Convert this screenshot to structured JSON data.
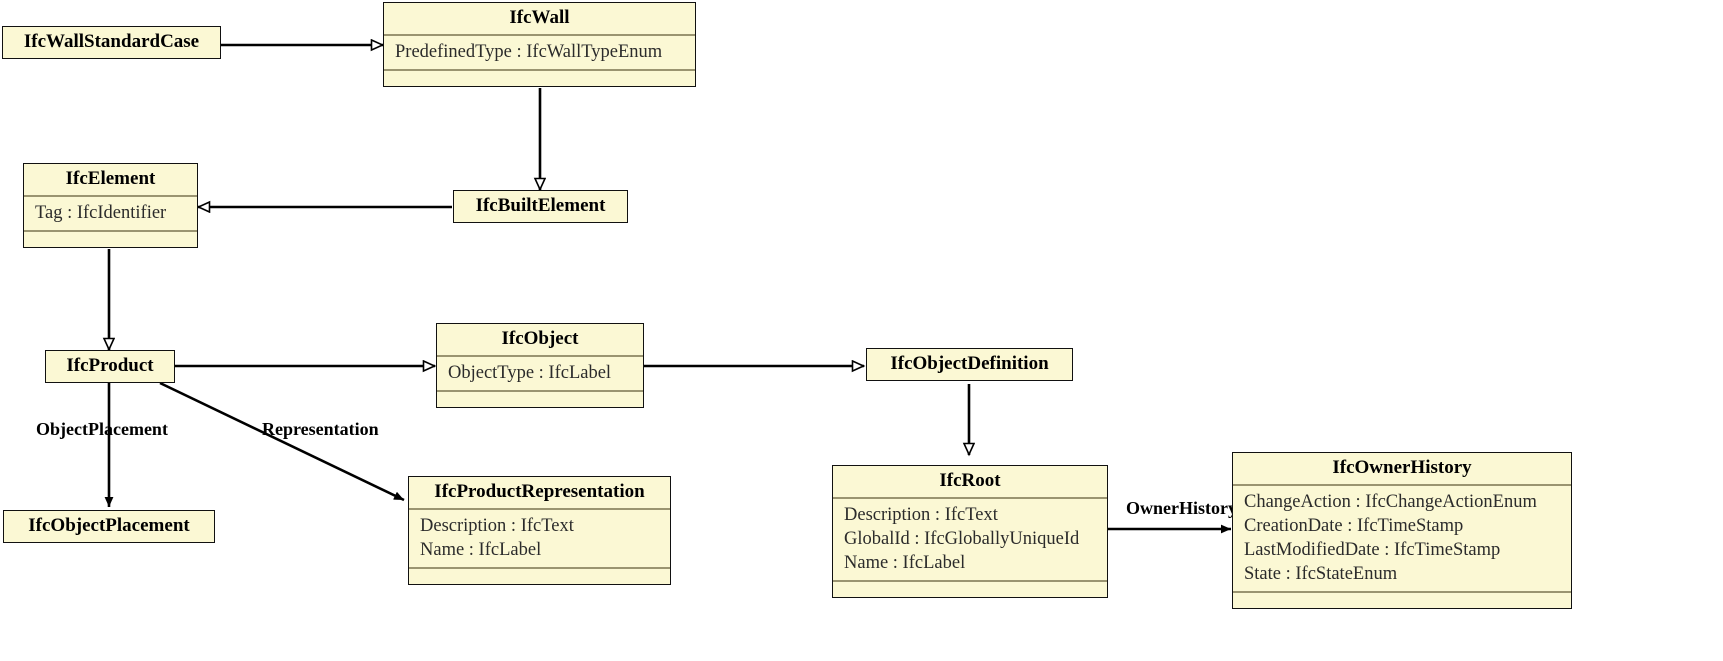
{
  "diagram": {
    "title": "IFC Wall Inheritance UML Class Diagram",
    "kind": "uml-class-diagram",
    "colors": {
      "class_fill": "#fbf8d4",
      "class_border": "#111111",
      "compartment_divider": "#9a9470",
      "edge": "#000000",
      "background": "#ffffff"
    }
  },
  "classes": [
    {
      "id": "IfcWallStandardCase",
      "name": "IfcWallStandardCase",
      "attributes": [],
      "has_attr_compartment": false,
      "has_ops_compartment": false
    },
    {
      "id": "IfcWall",
      "name": "IfcWall",
      "attributes": [
        "PredefinedType : IfcWallTypeEnum"
      ],
      "has_attr_compartment": true,
      "has_ops_compartment": true
    },
    {
      "id": "IfcElement",
      "name": "IfcElement",
      "attributes": [
        "Tag : IfcIdentifier"
      ],
      "has_attr_compartment": true,
      "has_ops_compartment": true
    },
    {
      "id": "IfcBuiltElement",
      "name": "IfcBuiltElement",
      "attributes": [],
      "has_attr_compartment": false,
      "has_ops_compartment": false
    },
    {
      "id": "IfcProduct",
      "name": "IfcProduct",
      "attributes": [],
      "has_attr_compartment": false,
      "has_ops_compartment": false
    },
    {
      "id": "IfcObject",
      "name": "IfcObject",
      "attributes": [
        "ObjectType : IfcLabel"
      ],
      "has_attr_compartment": true,
      "has_ops_compartment": true
    },
    {
      "id": "IfcObjectDefinition",
      "name": "IfcObjectDefinition",
      "attributes": [],
      "has_attr_compartment": false,
      "has_ops_compartment": false
    },
    {
      "id": "IfcObjectPlacement",
      "name": "IfcObjectPlacement",
      "attributes": [],
      "has_attr_compartment": false,
      "has_ops_compartment": false
    },
    {
      "id": "IfcProductRepresentation",
      "name": "IfcProductRepresentation",
      "attributes": [
        "Description : IfcText",
        "Name : IfcLabel"
      ],
      "has_attr_compartment": true,
      "has_ops_compartment": true
    },
    {
      "id": "IfcRoot",
      "name": "IfcRoot",
      "attributes": [
        "Description : IfcText",
        "GlobalId : IfcGloballyUniqueId",
        "Name : IfcLabel"
      ],
      "has_attr_compartment": true,
      "has_ops_compartment": true
    },
    {
      "id": "IfcOwnerHistory",
      "name": "IfcOwnerHistory",
      "attributes": [
        "ChangeAction : IfcChangeActionEnum",
        "CreationDate : IfcTimeStamp",
        "LastModifiedDate : IfcTimeStamp",
        "State : IfcStateEnum"
      ],
      "has_attr_compartment": true,
      "has_ops_compartment": true
    }
  ],
  "edges": [
    {
      "id": "e1",
      "from": "IfcWallStandardCase",
      "to": "IfcWall",
      "type": "generalization",
      "label": ""
    },
    {
      "id": "e2",
      "from": "IfcWall",
      "to": "IfcBuiltElement",
      "type": "generalization",
      "label": ""
    },
    {
      "id": "e3",
      "from": "IfcBuiltElement",
      "to": "IfcElement",
      "type": "generalization",
      "label": ""
    },
    {
      "id": "e4",
      "from": "IfcElement",
      "to": "IfcProduct",
      "type": "generalization",
      "label": ""
    },
    {
      "id": "e5",
      "from": "IfcProduct",
      "to": "IfcObject",
      "type": "generalization",
      "label": ""
    },
    {
      "id": "e6",
      "from": "IfcObject",
      "to": "IfcObjectDefinition",
      "type": "generalization",
      "label": ""
    },
    {
      "id": "e7",
      "from": "IfcObjectDefinition",
      "to": "IfcRoot",
      "type": "generalization",
      "label": ""
    },
    {
      "id": "e8",
      "from": "IfcProduct",
      "to": "IfcObjectPlacement",
      "type": "association",
      "label": "ObjectPlacement"
    },
    {
      "id": "e9",
      "from": "IfcProduct",
      "to": "IfcProductRepresentation",
      "type": "association",
      "label": "Representation"
    },
    {
      "id": "e10",
      "from": "IfcRoot",
      "to": "IfcOwnerHistory",
      "type": "association",
      "label": "OwnerHistory"
    }
  ],
  "edge_labels": {
    "object_placement": "ObjectPlacement",
    "representation": "Representation",
    "owner_history": "OwnerHistory"
  }
}
